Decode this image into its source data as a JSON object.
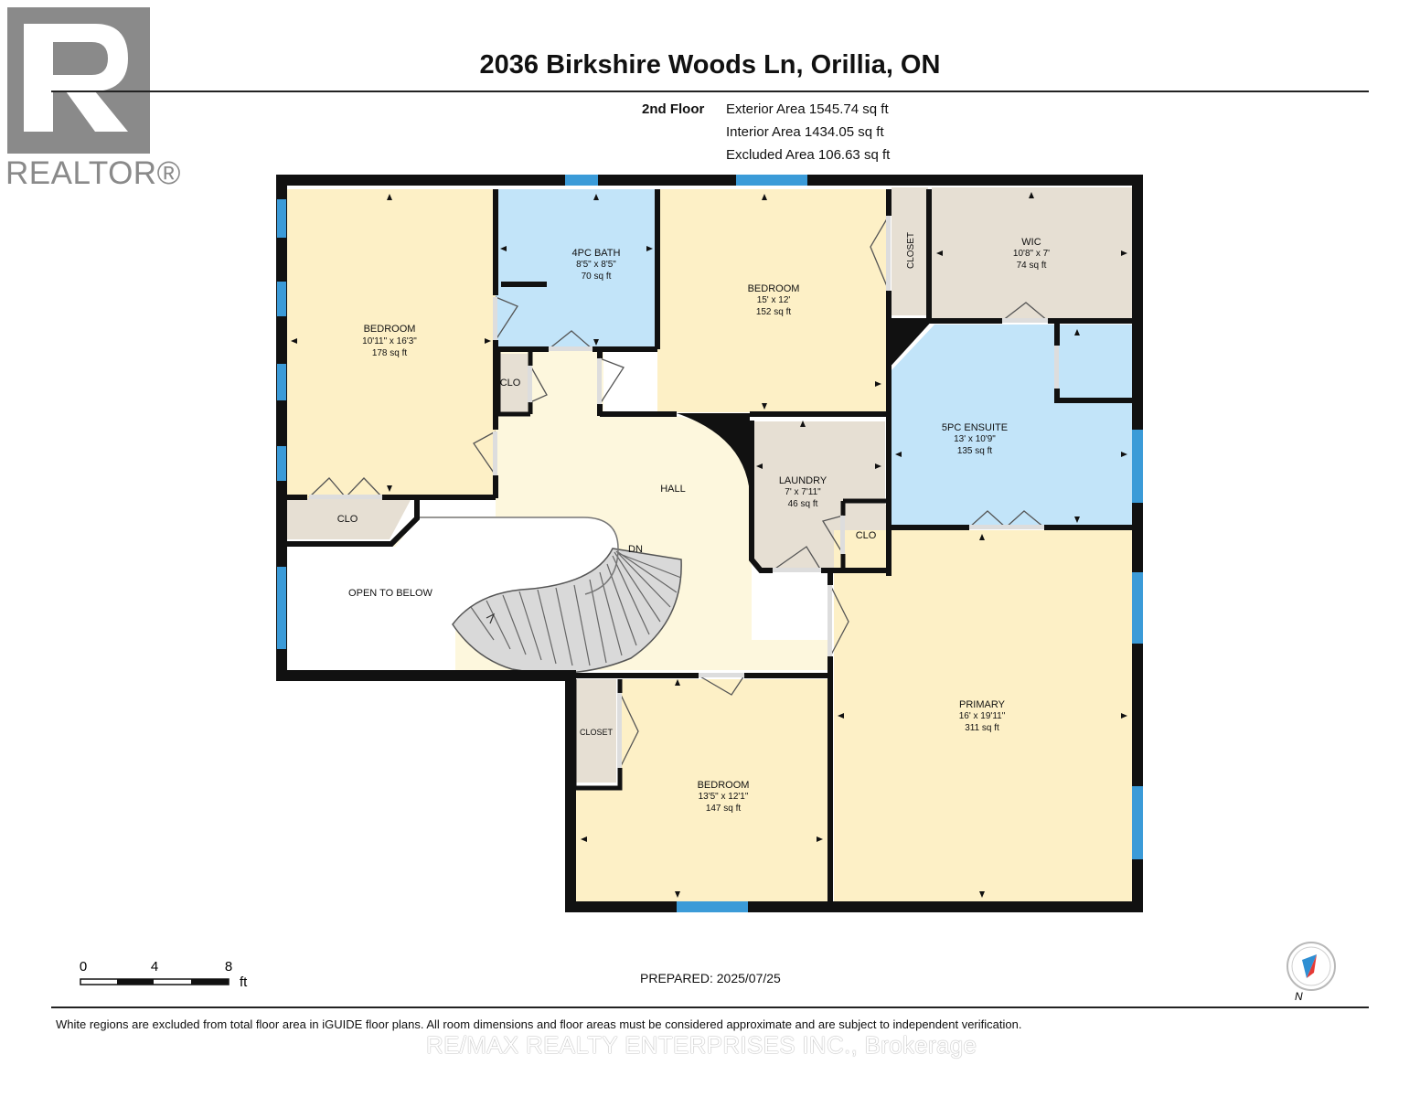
{
  "brand": {
    "logo_text": "REALTOR®",
    "logo_letter": "R"
  },
  "title": "2036 Birkshire Woods Ln, Orillia, ON",
  "floor": {
    "label": "2nd Floor",
    "exterior_area": "Exterior Area 1545.74 sq ft",
    "interior_area": "Interior Area 1434.05 sq ft",
    "excluded_area": "Excluded Area 106.63 sq ft"
  },
  "rooms": {
    "bedroom_nw": {
      "name": "BEDROOM",
      "dims": "10'11\" x 16'3\"",
      "area": "178 sq ft"
    },
    "bath_4pc": {
      "name": "4PC BATH",
      "dims": "8'5\" x 8'5\"",
      "area": "70 sq ft"
    },
    "bedroom_n": {
      "name": "BEDROOM",
      "dims": "15' x 12'",
      "area": "152 sq ft"
    },
    "closet_n": {
      "name": "CLOSET"
    },
    "wic": {
      "name": "WIC",
      "dims": "10'8\" x 7'",
      "area": "74 sq ft"
    },
    "ensuite_5pc": {
      "name": "5PC ENSUITE",
      "dims": "13' x 10'9\"",
      "area": "135 sq ft"
    },
    "laundry": {
      "name": "LAUNDRY",
      "dims": "7' x 7'11\"",
      "area": "46 sq ft"
    },
    "clo_laundry": {
      "name": "CLO"
    },
    "clo_hall": {
      "name": "CLO"
    },
    "clo_west": {
      "name": "CLO"
    },
    "hall": {
      "name": "HALL"
    },
    "stairs_dn": {
      "name": "DN"
    },
    "open_to_below": {
      "name": "OPEN TO BELOW"
    },
    "closet_s": {
      "name": "CLOSET"
    },
    "bedroom_s": {
      "name": "BEDROOM",
      "dims": "13'5\" x 12'1\"",
      "area": "147 sq ft"
    },
    "primary": {
      "name": "PRIMARY",
      "dims": "16' x 19'11\"",
      "area": "311 sq ft"
    }
  },
  "scale": {
    "ticks": [
      "0",
      "4",
      "8"
    ],
    "unit": "ft"
  },
  "compass": {
    "label": "N"
  },
  "prepared": "PREPARED: 2025/07/25",
  "disclaimer": "White regions are excluded from total floor area in iGUIDE floor plans. All room dimensions and floor areas must be considered approximate and are subject to independent verification.",
  "brokerage": "RE/MAX REALTY ENTERPRISES INC., Brokerage",
  "colors": {
    "bedroom_fill": "#fdf0c6",
    "bath_fill": "#c2e4f9",
    "closet_fill": "#e6dfd3",
    "hall_fill": "#fdf7dd",
    "wall": "#111111",
    "window": "#3b9bd8"
  }
}
